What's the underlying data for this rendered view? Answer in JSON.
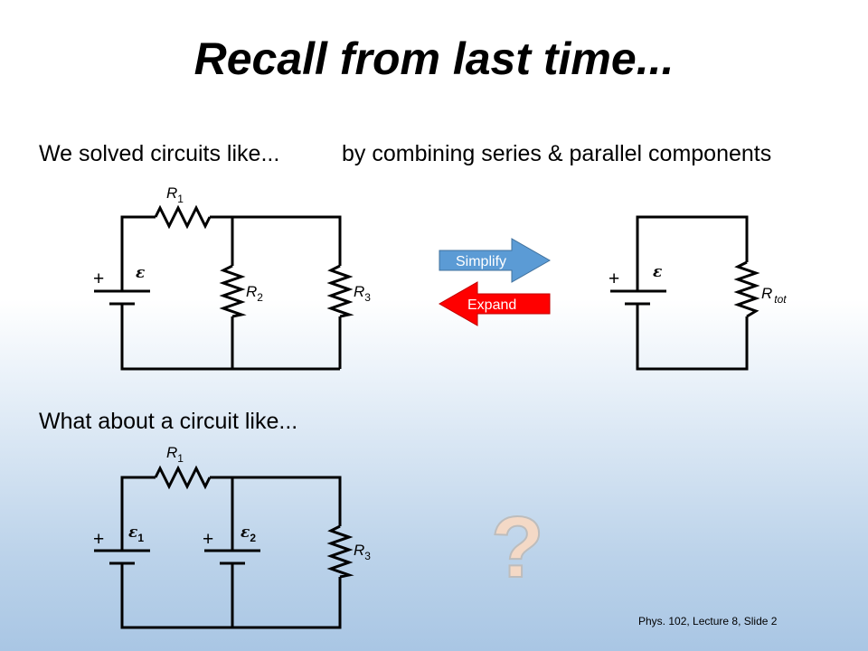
{
  "slide": {
    "title": "Recall from last time...",
    "text_solved": "We solved circuits like...",
    "text_combining": "by combining series & parallel components",
    "text_what_about": "What about a circuit like...",
    "footer": "Phys. 102, Lecture 8, Slide 2"
  },
  "circuit_1": {
    "r1": {
      "symbol": "R",
      "sub": "1"
    },
    "r2": {
      "symbol": "R",
      "sub": "2"
    },
    "r3": {
      "symbol": "R",
      "sub": "3"
    },
    "emf": {
      "symbol": "ε",
      "sub": ""
    },
    "plus": "+"
  },
  "circuit_simplified": {
    "rtot": {
      "symbol": "R",
      "sub": "tot"
    },
    "emf": {
      "symbol": "ε"
    },
    "plus": "+"
  },
  "circuit_2": {
    "r1": {
      "symbol": "R",
      "sub": "1"
    },
    "r3": {
      "symbol": "R",
      "sub": "3"
    },
    "emf1": {
      "symbol": "ε",
      "sub": "1"
    },
    "emf2": {
      "symbol": "ε",
      "sub": "2"
    },
    "plus": "+"
  },
  "arrows": {
    "simplify": {
      "label": "Simplify",
      "color": "#5b9bd5"
    },
    "expand": {
      "label": "Expand",
      "color": "#ff0000"
    }
  },
  "question_mark": {
    "glyph": "?",
    "color": "#f4d9c6",
    "outline": "#c0c0c0"
  }
}
